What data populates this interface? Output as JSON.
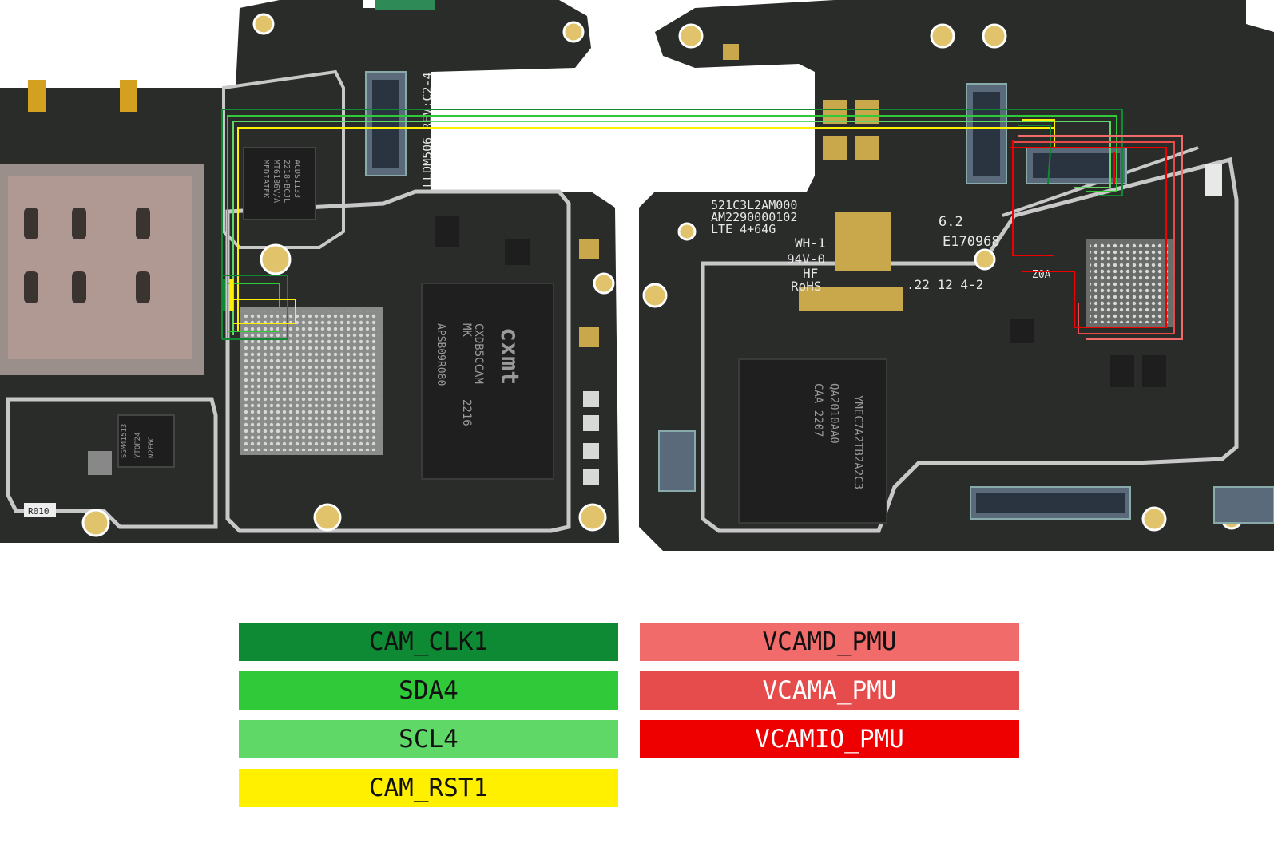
{
  "legend": {
    "left": [
      {
        "label": "CAM_CLK1",
        "color": "#0e8a35"
      },
      {
        "label": "SDA4",
        "color": "#2fc93a"
      },
      {
        "label": "SCL4",
        "color": "#5fd867"
      },
      {
        "label": "CAM_RST1",
        "color": "#fff000"
      }
    ],
    "right": [
      {
        "label": "VCAMD_PMU",
        "color": "#f26b6b"
      },
      {
        "label": "VCAMA_PMU",
        "color": "#e64c4c"
      },
      {
        "label": "VCAMIO_PMU",
        "color": "#ee0000"
      }
    ]
  },
  "board": {
    "left_silk": {
      "rev": "LLDM506 REV:C2-4",
      "mediatek_chip": [
        "MEDIATEK",
        "MT6186V/A",
        "2218-BCJL",
        "ACDS1133"
      ],
      "sgm_chip": [
        "SGM41513",
        "YTOF24",
        "N2E6C"
      ],
      "cxmt_logo": "cxmt",
      "cxmt_chip": [
        "CXDB5CCAM",
        "MK",
        "2216",
        "APSB09R080"
      ],
      "r010": "R010"
    },
    "right_silk": {
      "board_id": [
        "521C3L2AM000",
        "AM2290000102",
        "LTE 4+64G"
      ],
      "cert": [
        "WH-1",
        "94V-0",
        "HF",
        "RoHS"
      ],
      "version": "6.2",
      "e_number": "E170968",
      "date_code": ".22 12 4-2",
      "emmc_chip": [
        "QA2010AA0",
        "CAA 2207",
        "YMEC7A2TB2A2C3"
      ],
      "z0a": "Z0A"
    },
    "colors": {
      "pcb": "#2a2c2a",
      "pcb_edge": "#1c1d1c",
      "gold": "#c9a84c",
      "silver": "#c8c8c8"
    }
  }
}
